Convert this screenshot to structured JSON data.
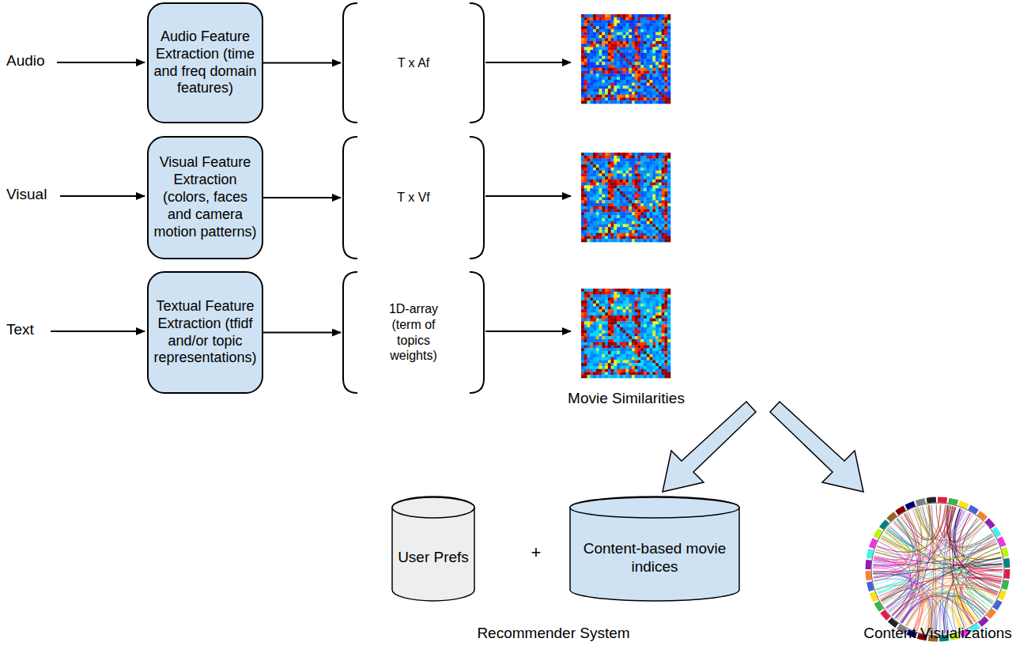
{
  "diagram": {
    "nodes": [
      {
        "text": [
          "Audio Feature Extraction (time and freq domain features)"
        ]
      },
      {
        "text": [
          "T x Af"
        ]
      },
      {
        "text": [
          "Visual Feature Extraction (colors, faces and camera motion patterns)"
        ]
      },
      {
        "text": [
          "T x Vf"
        ]
      },
      {
        "text": [
          "Textual Feature Extraction (tfidf and/or topic representations)"
        ]
      },
      {
        "text": [
          "1D-array (term of topics weights)"
        ]
      },
      {
        "text": [
          "User Prefs"
        ]
      },
      {
        "text": [
          "Content-based movie indices"
        ]
      }
    ],
    "edges": [
      {
        "from": 0,
        "to": 1,
        "arrow": "to"
      },
      {
        "from": 2,
        "to": 3,
        "arrow": "to"
      },
      {
        "from": 4,
        "to": 5,
        "arrow": "to"
      }
    ],
    "labels": [
      "Audio",
      "Visual",
      "Text",
      "Movie Similarities",
      "+",
      "Recommender System",
      "Content Visualizations"
    ]
  }
}
